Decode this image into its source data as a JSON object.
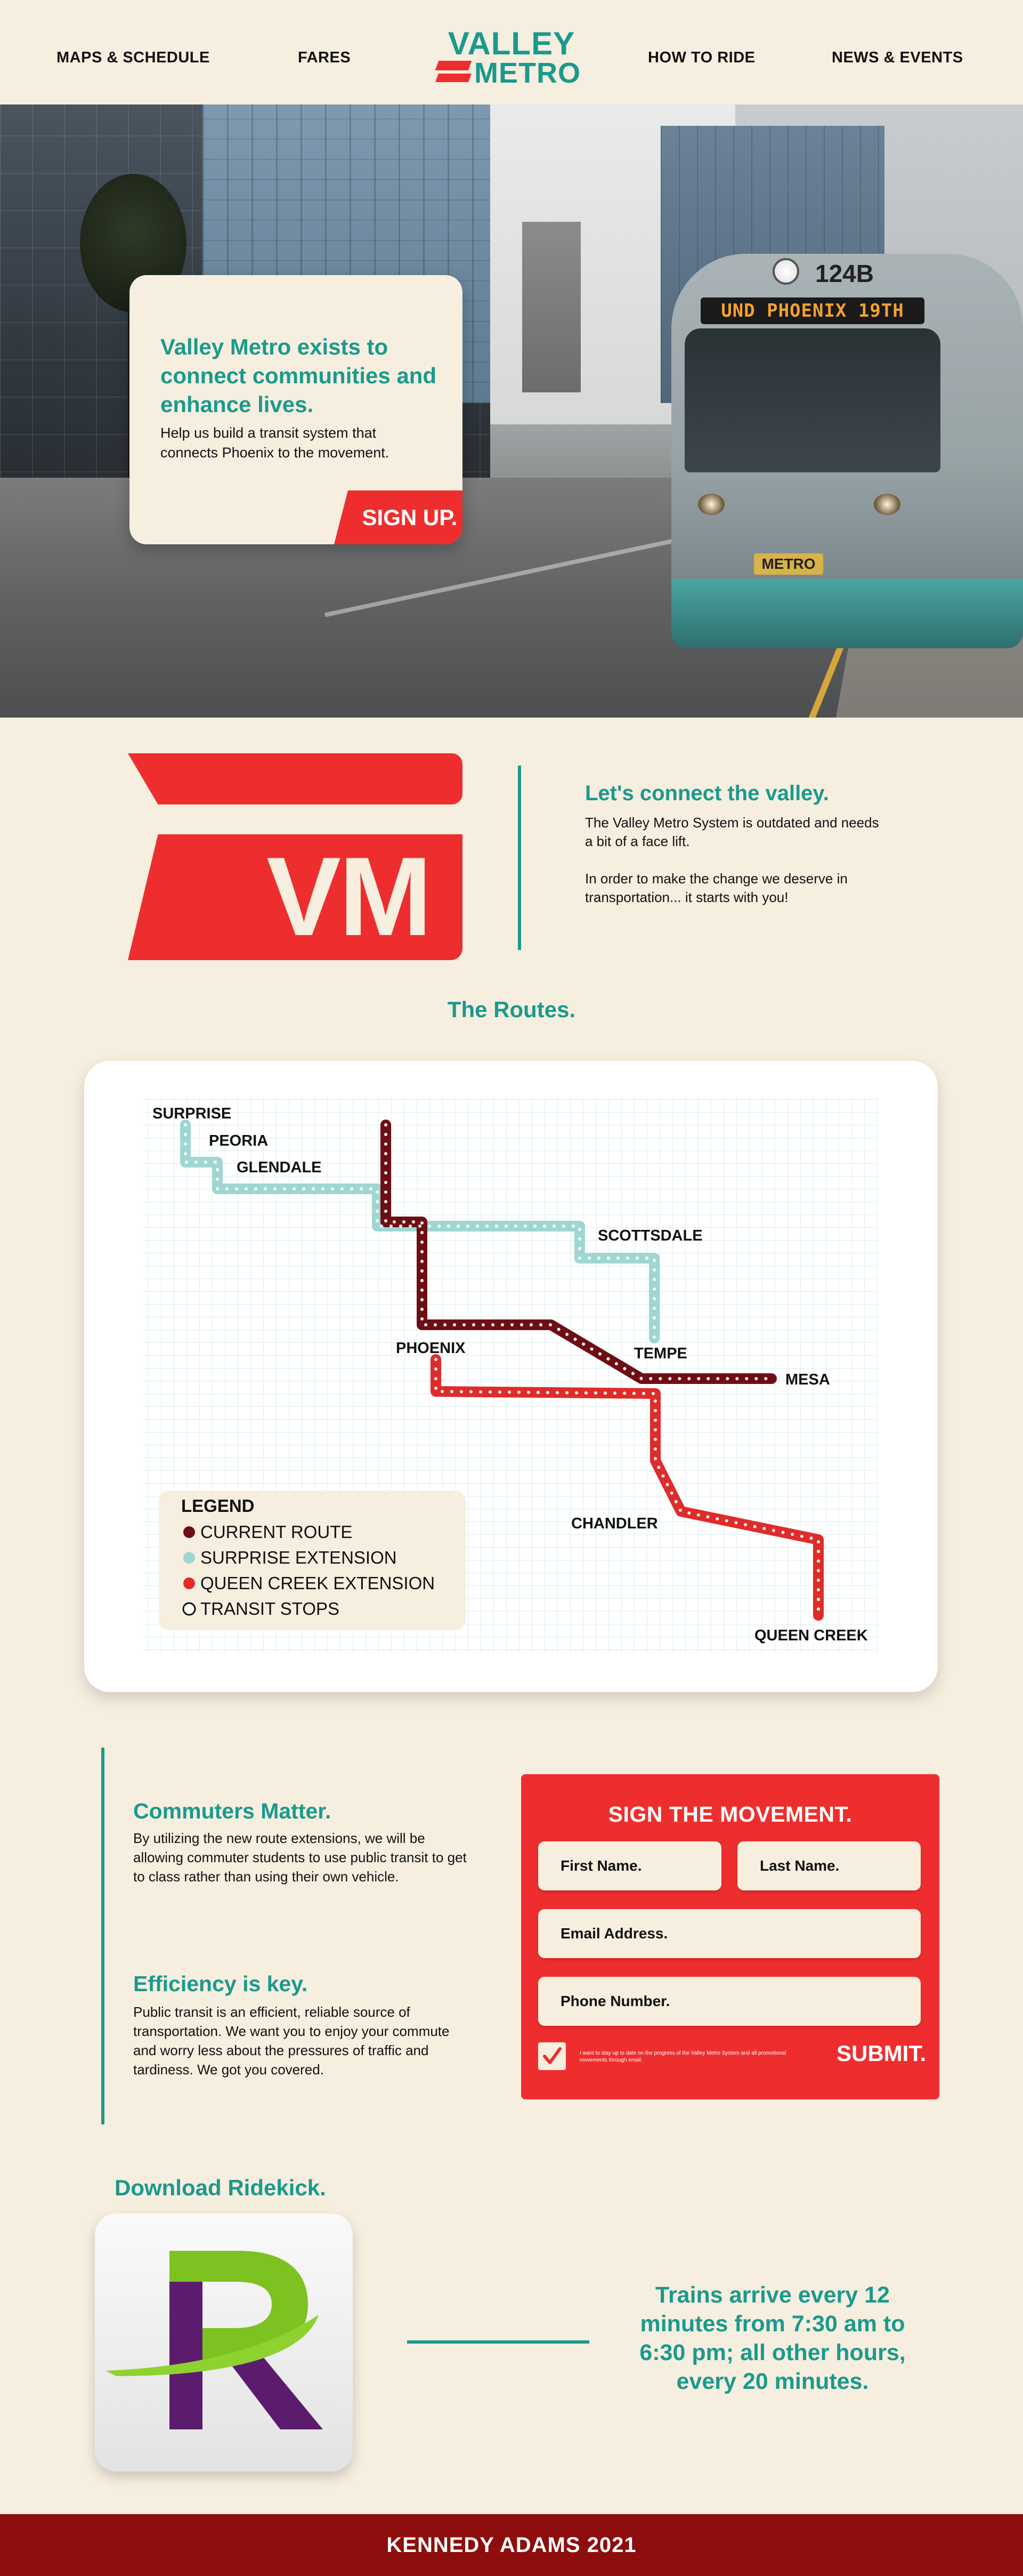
{
  "nav": {
    "links": [
      "MAPS & SCHEDULE",
      "FARES",
      "HOW TO RIDE",
      "NEWS & EVENTS"
    ],
    "logo": {
      "line1": "VALLEY",
      "line2": "METRO"
    }
  },
  "hero": {
    "title": "Valley Metro exists to connect communities and enhance lives.",
    "body": "Help us build a transit system that connects Phoenix to the movement.",
    "cta": "SIGN UP.",
    "train": {
      "number": "124B",
      "destination": "UND PHOENIX 19TH",
      "badge": "METRO"
    }
  },
  "intro": {
    "vm": "VM",
    "heading": "Let's connect the valley.",
    "p1": "The Valley Metro System is outdated and needs a bit of a face lift.",
    "p2": "In order to make the change we deserve in transportation... it starts with you!"
  },
  "routes": {
    "title": "The Routes.",
    "stations": {
      "surprise": "SURPRISE",
      "peoria": "PEORIA",
      "glendale": "GLENDALE",
      "scottsdale": "SCOTTSDALE",
      "phoenix": "PHOENIX",
      "tempe": "TEMPE",
      "mesa": "MESA",
      "chandler": "CHANDLER",
      "queen_creek": "QUEEN CREEK"
    },
    "legend": {
      "title": "LEGEND",
      "items": [
        "CURRENT ROUTE",
        "SURPRISE EXTENSION",
        "QUEEN CREEK EXTENSION",
        "TRANSIT STOPS"
      ]
    },
    "colors": {
      "current": "#6E0E14",
      "surprise": "#9FD6D2",
      "queen_creek": "#E02B2B"
    }
  },
  "commuters": {
    "h1": "Commuters Matter.",
    "p1": "By utilizing the new route extensions, we will be allowing commuter students to use public transit to get to class rather than using their own vehicle.",
    "h2": "Efficiency is key.",
    "p2": "Public transit is an efficient, reliable source of transportation. We want you to enjoy your commute and worry less about the pressures of traffic and tardiness. We got you covered."
  },
  "form": {
    "title": "SIGN THE MOVEMENT.",
    "first_name": "First Name.",
    "last_name": "Last Name.",
    "email": "Email Address.",
    "phone": "Phone Number.",
    "consent": "I want to stay up to date on the progress of the Valley Metro System and all promotional movements through email.",
    "submit": "SUBMIT.",
    "checked": true
  },
  "download": {
    "title": "Download Ridekick.",
    "schedule": "Trains arrive every 12 minutes from 7:30 am to 6:30 pm; all other hours, every 20 minutes."
  },
  "footer": {
    "text": "KENNEDY ADAMS 2021"
  },
  "colors": {
    "teal": "#1A9A8C",
    "red": "#EE2E2E",
    "cream": "#F6EEDF",
    "maroon": "#8E0D0D"
  }
}
